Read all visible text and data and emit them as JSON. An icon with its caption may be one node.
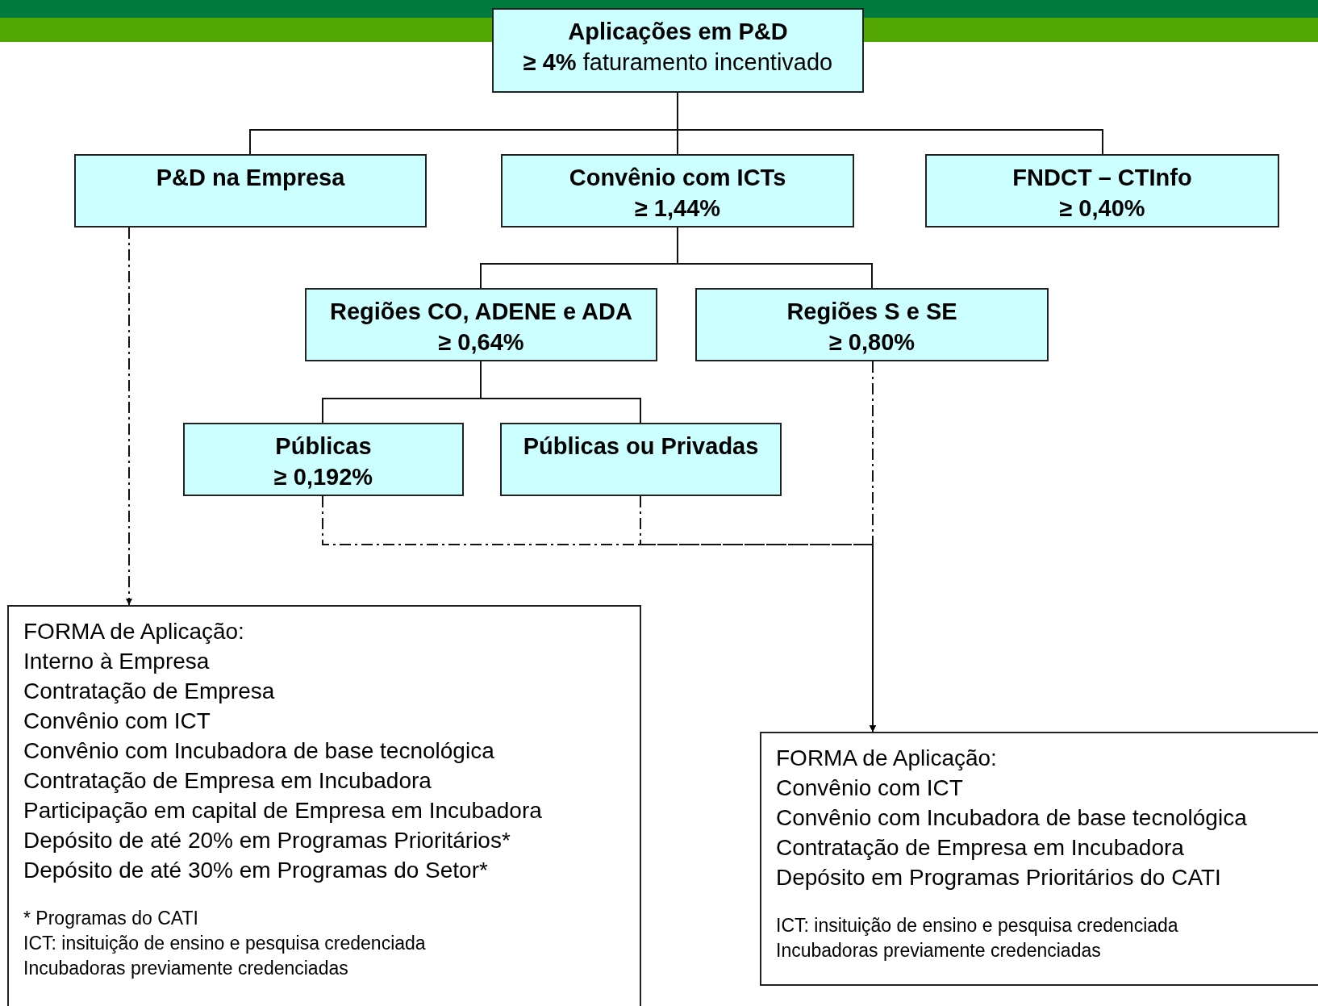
{
  "diagram": {
    "nodes": [
      {
        "text": [
          "Aplicações em P&D",
          "**≥ 4%** faturamento incentivado"
        ]
      },
      {
        "text": [
          "P&D na Empresa"
        ]
      },
      {
        "text": [
          "Convênio com ICTs",
          "≥ 1,44%"
        ]
      },
      {
        "text": [
          "FNDCT – CTInfo",
          "≥ 0,40%"
        ]
      },
      {
        "text": [
          "Regiões CO, ADENE e ADA",
          "≥ 0,64%"
        ]
      },
      {
        "text": [
          "Regiões S e SE",
          "≥ 0,80%"
        ]
      },
      {
        "text": [
          "Públicas",
          "≥ 0,192%"
        ]
      },
      {
        "text": [
          "Públicas ou Privadas"
        ]
      },
      {
        "text": [
          "FORMA de Aplicação:",
          "Interno à Empresa",
          "Contratação de Empresa",
          "Convênio com ICT",
          "Convênio com Incubadora de base tecnológica",
          "Contratação de Empresa em Incubadora",
          "Participação em capital de Empresa em Incubadora",
          "Depósito de até 20% em Programas Prioritários*",
          "Depósito de até 30% em Programas do Setor*",
          "* Programas do CATI",
          "ICT: insituição de ensino e pesquisa credenciada",
          "Incubadoras previamente credenciadas"
        ]
      },
      {
        "text": [
          "FORMA de Aplicação:",
          "Convênio com ICT",
          "Convênio com Incubadora de base tecnológica",
          "Contratação de Empresa em Incubadora",
          "Depósito em Programas Prioritários do CATI",
          "ICT: insituição de ensino e pesquisa credenciada",
          "Incubadoras previamente credenciadas"
        ]
      }
    ],
    "edges": [
      {
        "from": 0,
        "to": 1,
        "arrow": "none"
      },
      {
        "from": 0,
        "to": 2,
        "arrow": "none"
      },
      {
        "from": 0,
        "to": 3,
        "arrow": "none"
      },
      {
        "from": 2,
        "to": 4,
        "arrow": "none"
      },
      {
        "from": 2,
        "to": 5,
        "arrow": "none"
      },
      {
        "from": 4,
        "to": 6,
        "arrow": "none"
      },
      {
        "from": 4,
        "to": 7,
        "arrow": "none"
      },
      {
        "from": 1,
        "to": 8,
        "arrow": "to",
        "style": "dashed"
      },
      {
        "from": 6,
        "to": 9,
        "arrow": "to",
        "style": "dashed"
      },
      {
        "from": 7,
        "to": 9,
        "arrow": "to",
        "style": "dashed"
      },
      {
        "from": 5,
        "to": 9,
        "arrow": "to",
        "style": "dashed"
      }
    ]
  }
}
